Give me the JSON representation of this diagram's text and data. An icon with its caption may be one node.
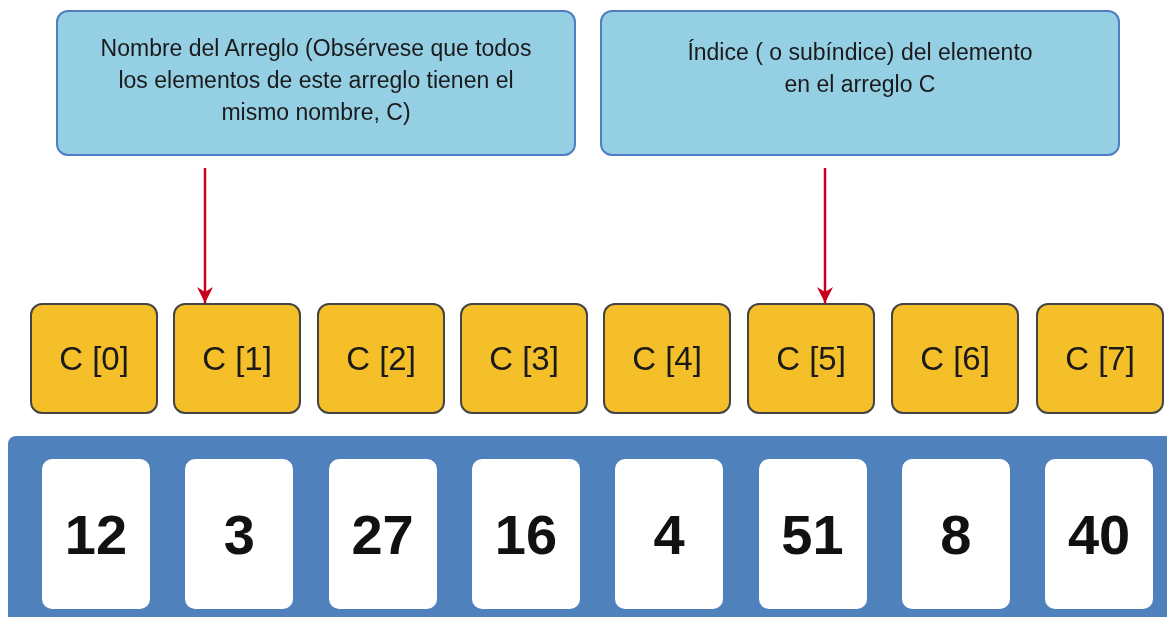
{
  "diagram": {
    "nodes": [
      {
        "text": [
          "Nombre del Arreglo (Obsérvese que todos los elementos de este arreglo tienen el mismo nombre, C)"
        ]
      },
      {
        "text": [
          "Índice ( o subíndice) del elemento en el arreglo C"
        ]
      },
      {
        "text": [
          "C [0]"
        ]
      },
      {
        "text": [
          "C [1]"
        ]
      },
      {
        "text": [
          "C [2]"
        ]
      },
      {
        "text": [
          "C [3]"
        ]
      },
      {
        "text": [
          "C [4]"
        ]
      },
      {
        "text": [
          "C [5]"
        ]
      },
      {
        "text": [
          "C [6]"
        ]
      },
      {
        "text": [
          "C [7]"
        ]
      },
      {
        "text": [],
        "shape": "bar"
      },
      {
        "text": [
          "12"
        ],
        "in": 10
      },
      {
        "text": [
          "3"
        ],
        "in": 10
      },
      {
        "text": [
          "27"
        ],
        "in": 10
      },
      {
        "text": [
          "16"
        ],
        "in": 10
      },
      {
        "text": [
          "4"
        ],
        "in": 10
      },
      {
        "text": [
          "51"
        ],
        "in": 10
      },
      {
        "text": [
          "8"
        ],
        "in": 10
      },
      {
        "text": [
          "40"
        ],
        "in": 10
      }
    ],
    "edges": [
      {
        "from": 0,
        "to": 3,
        "arrow": "to"
      },
      {
        "from": 1,
        "to": 7,
        "arrow": "to"
      }
    ]
  }
}
